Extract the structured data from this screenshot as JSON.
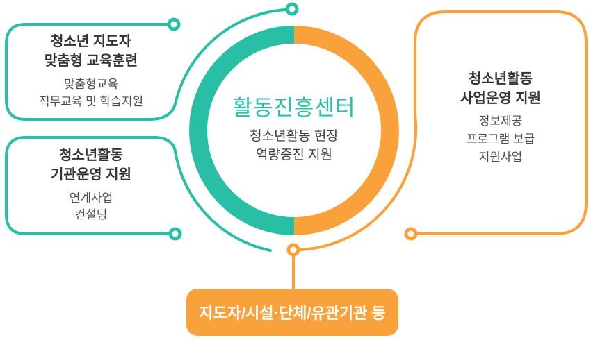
{
  "colors": {
    "teal": "#29bfa4",
    "orange": "#f9a23c",
    "center_title_teal": "#2bc3a8",
    "title_dark": "#333333",
    "body_gray": "#4e4e4e",
    "white": "#ffffff"
  },
  "center": {
    "title": "활동진흥센터",
    "subtitle_line1": "청소년활동 현장",
    "subtitle_line2": "역량증진 지원"
  },
  "boxes": {
    "top_left": {
      "title_line1": "청소년 지도자",
      "title_line2": "맞춤형 교육훈련",
      "body_line1": "맞춤형교육",
      "body_line2": "직무교육 및 학습지원"
    },
    "bottom_left": {
      "title_line1": "청소년활동",
      "title_line2": "기관운영 지원",
      "body_line1": "연계사업",
      "body_line2": "컨설팅"
    },
    "right": {
      "title_line1": "청소년활동",
      "title_line2": "사업운영 지원",
      "body_line1": "정보제공",
      "body_line2": "프로그램 보급",
      "body_line3": "지원사업"
    },
    "bottom": {
      "label": "지도자/시설·단체/유관기관 등"
    }
  }
}
